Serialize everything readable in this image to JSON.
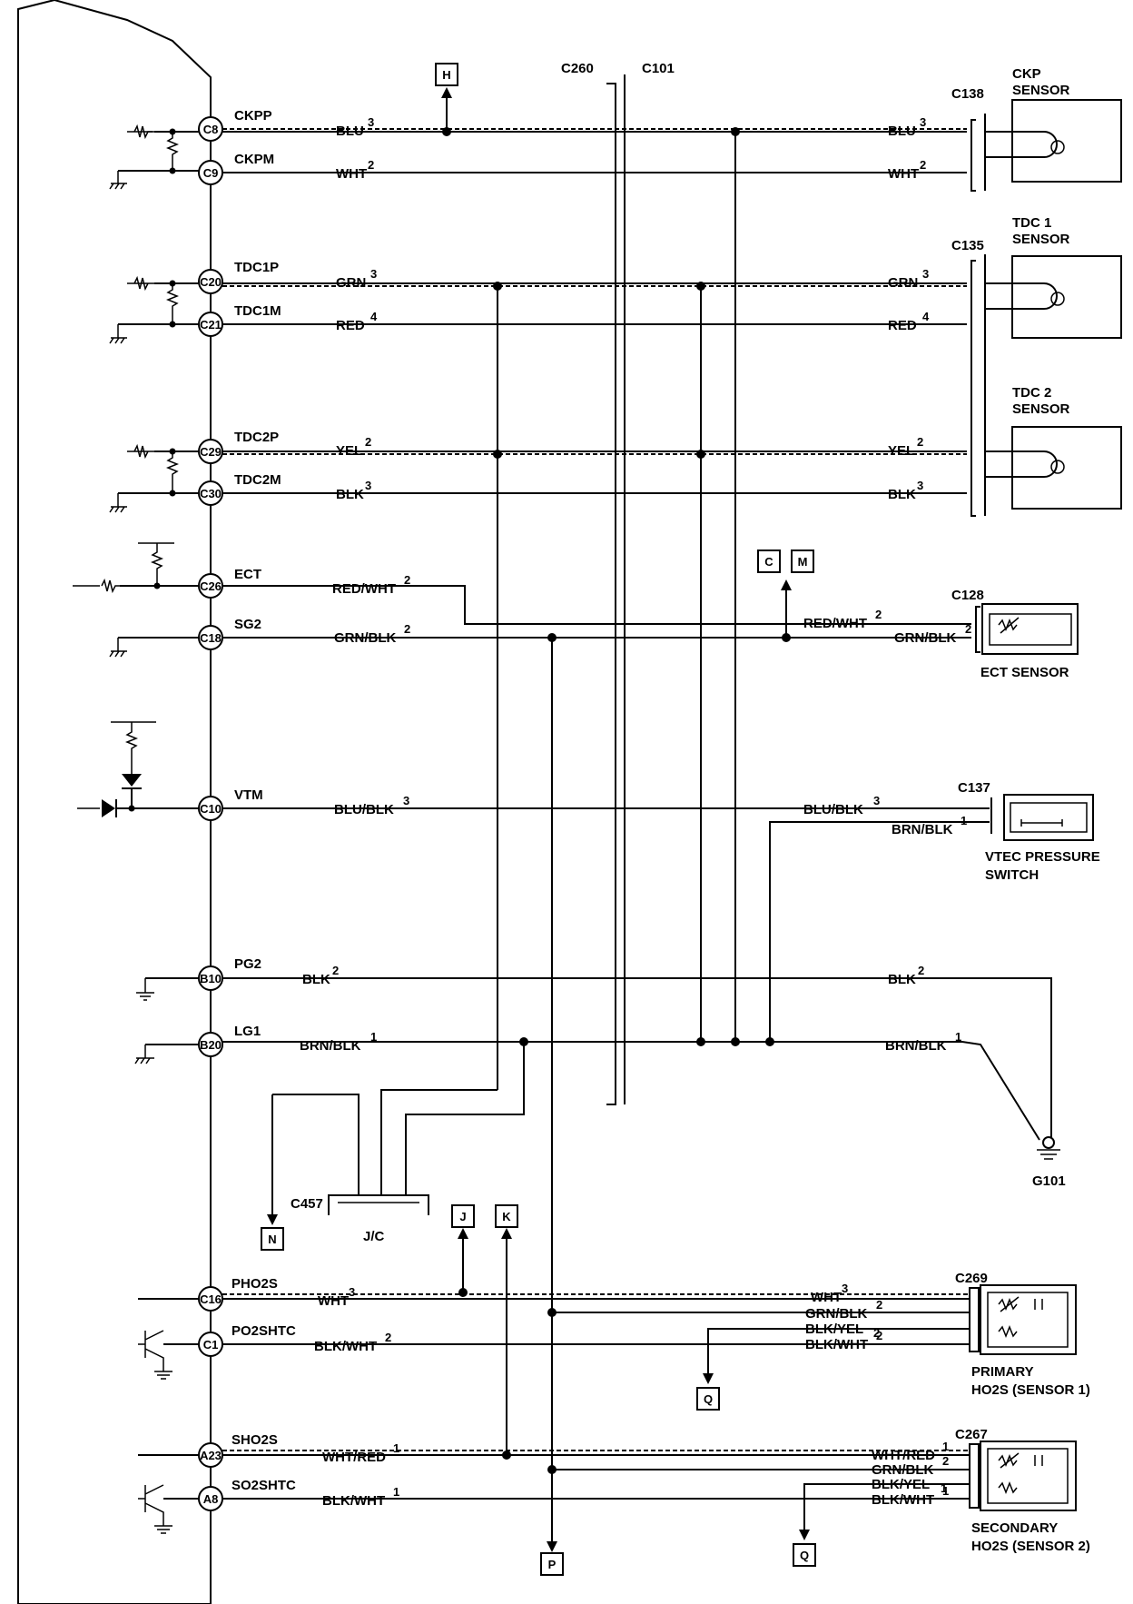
{
  "pins": [
    {
      "id": "C8",
      "label": "CKPP"
    },
    {
      "id": "C9",
      "label": "CKPM"
    },
    {
      "id": "C20",
      "label": "TDC1P"
    },
    {
      "id": "C21",
      "label": "TDC1M"
    },
    {
      "id": "C29",
      "label": "TDC2P"
    },
    {
      "id": "C30",
      "label": "TDC2M"
    },
    {
      "id": "C26",
      "label": "ECT"
    },
    {
      "id": "C18",
      "label": "SG2"
    },
    {
      "id": "C10",
      "label": "VTM"
    },
    {
      "id": "B10",
      "label": "PG2"
    },
    {
      "id": "B20",
      "label": "LG1"
    },
    {
      "id": "C16",
      "label": "PHO2S"
    },
    {
      "id": "C1",
      "label": "PO2SHTC"
    },
    {
      "id": "A23",
      "label": "SHO2S"
    },
    {
      "id": "A8",
      "label": "SO2SHTC"
    }
  ],
  "wires_left": [
    {
      "c": "BLU",
      "n": "3"
    },
    {
      "c": "WHT",
      "n": "2"
    },
    {
      "c": "GRN",
      "n": "3"
    },
    {
      "c": "RED",
      "n": "4"
    },
    {
      "c": "YEL",
      "n": "2"
    },
    {
      "c": "BLK",
      "n": "3"
    },
    {
      "c": "RED/WHT",
      "n": "2"
    },
    {
      "c": "GRN/BLK",
      "n": "2"
    },
    {
      "c": "BLU/BLK",
      "n": "3"
    },
    {
      "c": "BLK",
      "n": "2"
    },
    {
      "c": "BRN/BLK",
      "n": "1"
    },
    {
      "c": "WHT",
      "n": "3"
    },
    {
      "c": "BLK/WHT",
      "n": "2"
    },
    {
      "c": "WHT/RED",
      "n": "1"
    },
    {
      "c": "BLK/WHT",
      "n": "1"
    }
  ],
  "wires_right": [
    {
      "c": "BLU",
      "n": "3"
    },
    {
      "c": "WHT",
      "n": "2"
    },
    {
      "c": "GRN",
      "n": "3"
    },
    {
      "c": "RED",
      "n": "4"
    },
    {
      "c": "YEL",
      "n": "2"
    },
    {
      "c": "BLK",
      "n": "3"
    },
    {
      "c": "RED/WHT",
      "n": "2"
    },
    {
      "c": "GRN/BLK",
      "n": "2"
    },
    {
      "c": "BLU/BLK",
      "n": "3"
    },
    {
      "c": "BRN/BLK",
      "n": "1"
    },
    {
      "c": "BLK",
      "n": "2"
    },
    {
      "c": "BRN/BLK",
      "n": "1"
    },
    {
      "c": "WHT",
      "n": "3"
    },
    {
      "c": "GRN/BLK",
      "n": "2"
    },
    {
      "c": "BLK/YEL",
      "n": "2"
    },
    {
      "c": "BLK/WHT",
      "n": "2"
    },
    {
      "c": "WHT/RED",
      "n": "1"
    },
    {
      "c": "GRN/BLK",
      "n": "2"
    },
    {
      "c": "BLK/YEL",
      "n": "1"
    },
    {
      "c": "BLK/WHT",
      "n": "1"
    }
  ],
  "connectors": {
    "c260": "C260",
    "c101": "C101",
    "c138": "C138",
    "c135": "C135",
    "c128": "C128",
    "c137": "C137",
    "c269": "C269",
    "c267": "C267",
    "c457": "C457",
    "jc": "J/C",
    "g101": "G101"
  },
  "components": {
    "ckp_1": "CKP",
    "ckp_2": "SENSOR",
    "tdc1_1": "TDC 1",
    "tdc1_2": "SENSOR",
    "tdc2_1": "TDC 2",
    "tdc2_2": "SENSOR",
    "ect": "ECT SENSOR",
    "vtec_1": "VTEC PRESSURE",
    "vtec_2": "SWITCH",
    "pho2s_1": "PRIMARY",
    "pho2s_2": "HO2S (SENSOR 1)",
    "sho2s_1": "SECONDARY",
    "sho2s_2": "HO2S (SENSOR 2)"
  },
  "refs": {
    "h": "H",
    "c": "C",
    "m": "M",
    "j": "J",
    "k": "K",
    "n": "N",
    "q1": "Q",
    "q2": "Q",
    "p": "P"
  }
}
